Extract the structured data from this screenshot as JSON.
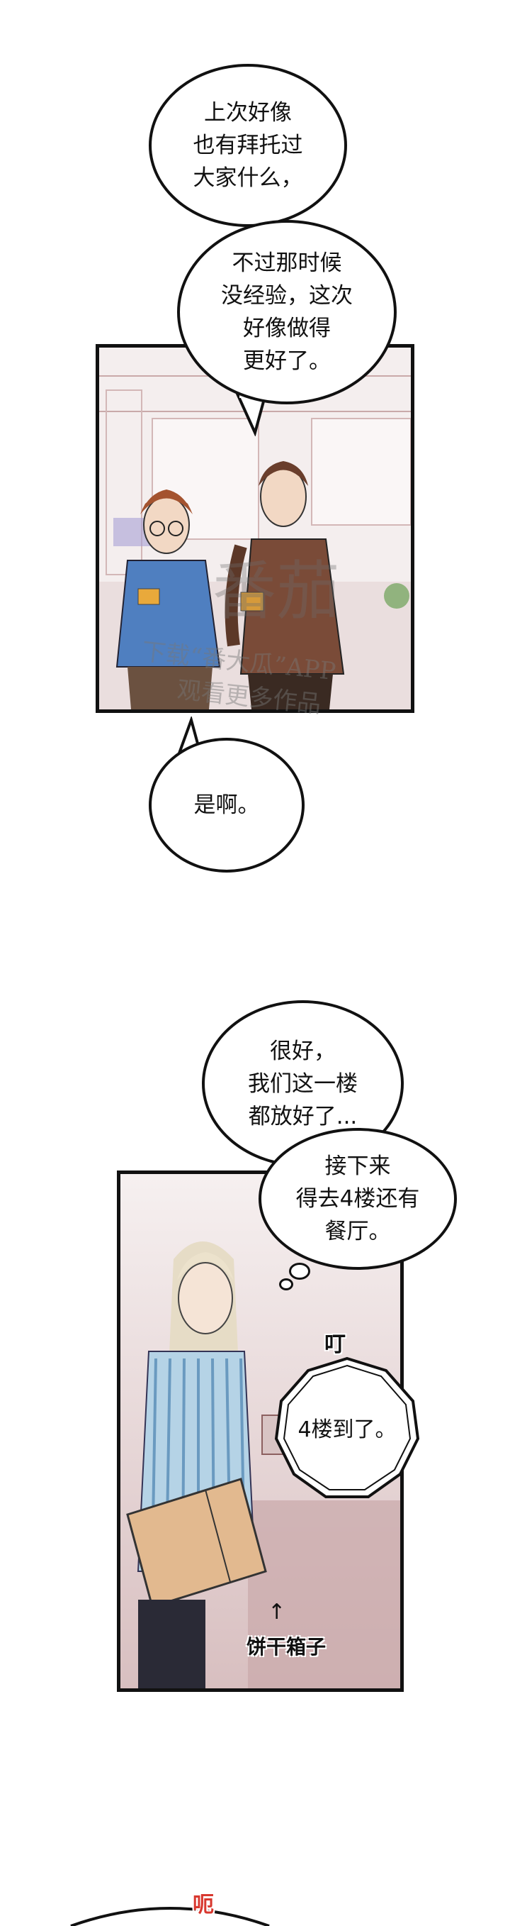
{
  "page1": {
    "bubble1": "上次好像\n也有拜托过\n大家什么，",
    "bubble2": "不过那时候\n没经验，这次\n好像做得\n更好了。",
    "bubble3": "是啊。"
  },
  "watermark": {
    "logo": "番茄",
    "line1": "下载“番大瓜”APP",
    "line2": "观看更多作品"
  },
  "page2": {
    "bubble1": "很好，\n我们这一楼\n都放好了...",
    "bubble2": "接下来\n得去4楼还有\n餐厅。",
    "sfx_ding": "叮",
    "elevator_text": "4楼到了。",
    "label_box": "饼干箱子"
  },
  "page3": {
    "sfx": "呃"
  },
  "colors": {
    "ink": "#111111",
    "panel2_bg": "#e9dcdc",
    "wall_brown": "#8a5b46"
  }
}
